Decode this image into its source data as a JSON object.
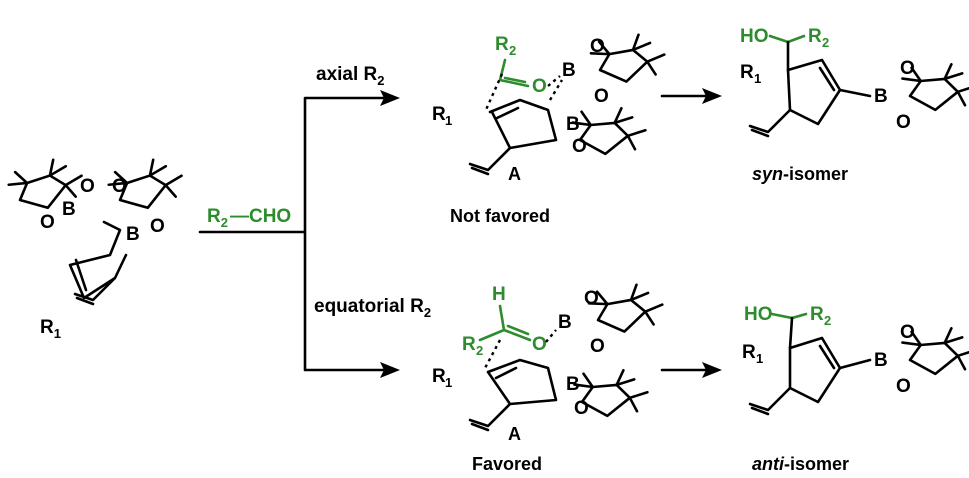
{
  "reagent": {
    "prefix": "R",
    "sub": "2",
    "suffix": "CHO"
  },
  "top_route": {
    "condition": "axial R",
    "condition_sub": "2",
    "ts_label": "A",
    "ts_note": "Not favored",
    "product_name_italic": "syn",
    "product_name_rest": "-isomer"
  },
  "bottom_route": {
    "condition": "equatorial R",
    "condition_sub": "2",
    "ts_label": "A",
    "ts_note": "Favored",
    "product_name_italic": "anti",
    "product_name_rest": "-isomer"
  },
  "atoms": {
    "O": "O",
    "B": "B",
    "H": "H",
    "HO": "HO",
    "R": "R",
    "one": "1",
    "two": "2"
  },
  "colors": {
    "green": "#2e8b2e",
    "black": "#000000"
  }
}
